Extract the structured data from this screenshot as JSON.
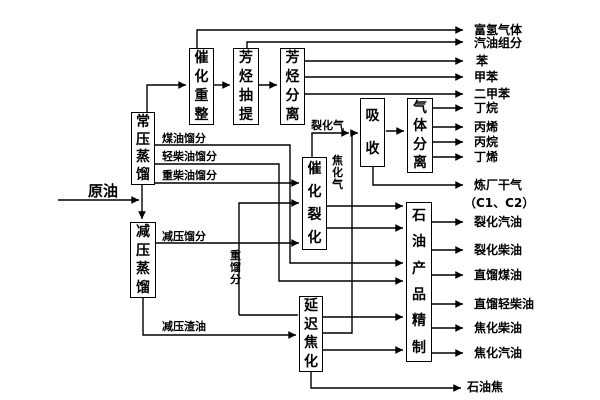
{
  "diagram": {
    "source_label": "原油",
    "boxes": {
      "atm_dist": "常压蒸馏",
      "vac_dist": "减压蒸馏",
      "cat_reform": "催化重整",
      "arom_extract": "芳烃抽提",
      "arom_sep": "芳烃分离",
      "absorb": "吸收",
      "gas_sep": "气体分离",
      "cat_crack": "催化裂化",
      "delayed_coke": "延迟焦化",
      "refine": "石油产品精制"
    },
    "stream_labels": {
      "kerosene_cut": "煤油馏分",
      "light_diesel_cut": "轻柴油馏分",
      "heavy_diesel_cut": "重柴油馏分",
      "vacuum_cut": "减压馏分",
      "heavy_cut": "重馏分",
      "vacuum_residue": "减压渣油",
      "cracking_gas": "裂化气",
      "coking_gas": "焦化气"
    },
    "products": {
      "h2_rich_gas": "富氢气体",
      "gasoline_component": "汽油组分",
      "benzene": "苯",
      "toluene": "甲苯",
      "xylene": "二甲苯",
      "butane": "丁烷",
      "propylene": "丙烯",
      "propane": "丙烷",
      "butylene": "丁烯",
      "refinery_dry_gas": "炼厂干气",
      "refinery_dry_gas_note": "（C1、C2）",
      "cracked_gasoline": "裂化汽油",
      "cracked_diesel": "裂化柴油",
      "straight_run_kerosene": "直馏煤油",
      "straight_run_light_diesel": "直馏轻柴油",
      "coking_diesel": "焦化柴油",
      "coking_gasoline": "焦化汽油",
      "petroleum_coke": "石油焦"
    },
    "colors": {
      "line": "#000000",
      "background": "#ffffff",
      "box_border": "#000000"
    }
  }
}
